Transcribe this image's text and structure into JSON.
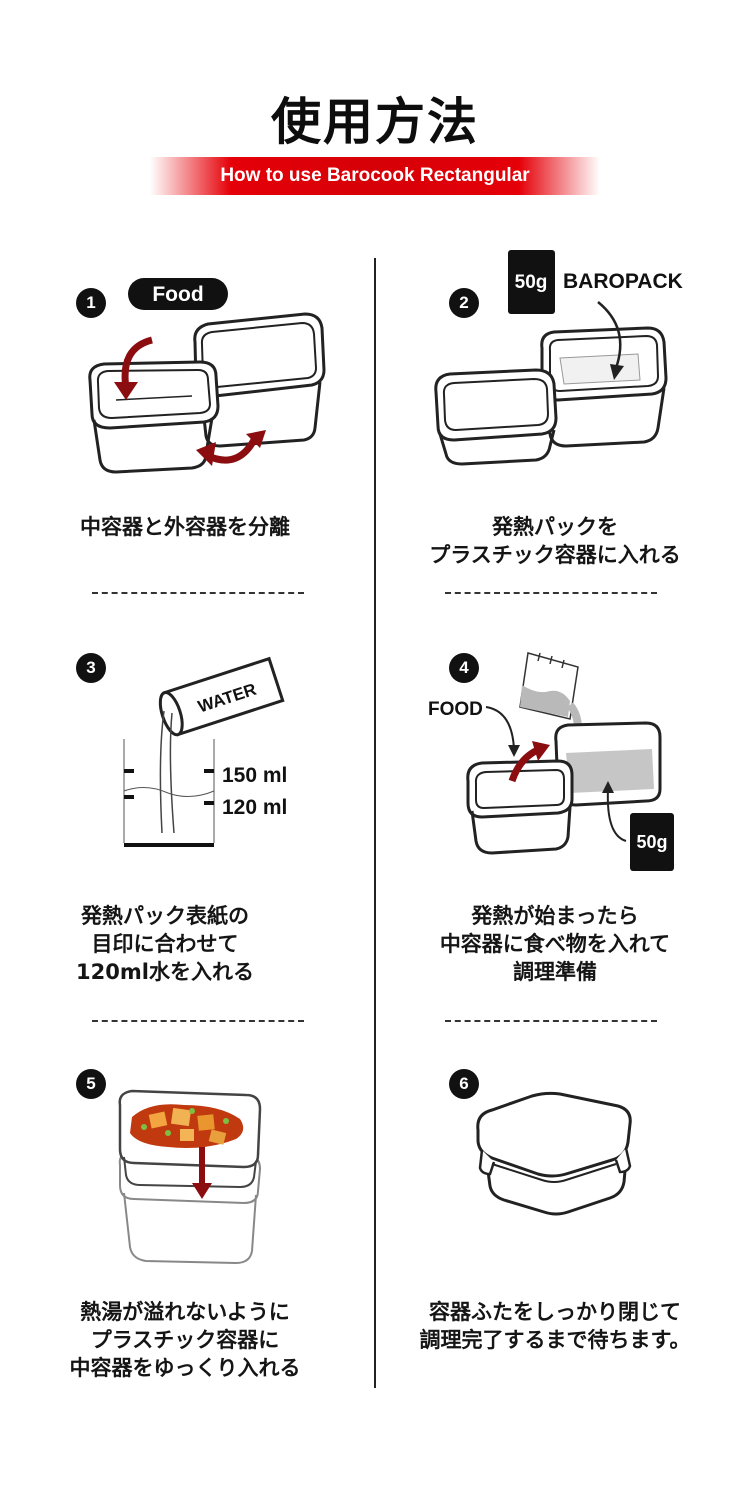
{
  "header": {
    "title": "使用方法",
    "subtitle": "How to use Barocook Rectangular"
  },
  "steps": [
    {
      "number": "1",
      "tag": "Food",
      "caption": [
        "中容器と外容器を分離"
      ]
    },
    {
      "number": "2",
      "pack_weight": "50g",
      "pack_name": "BAROPACK",
      "caption": [
        "発熱パックを",
        "プラスチック容器に入れる"
      ]
    },
    {
      "number": "3",
      "water_label": "WATER",
      "mark_high": "150 ml",
      "mark_low": "120 ml",
      "caption": [
        "発熱パック表紙の",
        "目印に合わせて",
        "120ml水を入れる"
      ]
    },
    {
      "number": "4",
      "food_label": "FOOD",
      "pack_weight": "50g",
      "caption": [
        "発熱が始まったら",
        "中容器に食べ物を入れて",
        "調理準備"
      ]
    },
    {
      "number": "5",
      "caption": [
        "熱湯が溢れないように",
        "プラスチック容器に",
        "中容器をゆっくり入れる"
      ]
    },
    {
      "number": "6",
      "caption": [
        "容器ふたをしっかり閉じて",
        "調理完了するまで待ちます。"
      ]
    }
  ],
  "colors": {
    "accent_red": "#e50008",
    "arrow_red": "#8b0d10",
    "ink": "#111111"
  }
}
